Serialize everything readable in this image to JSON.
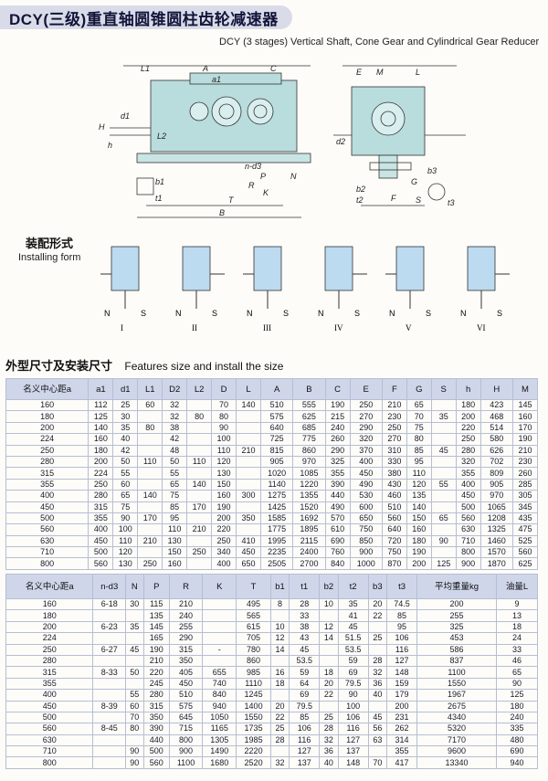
{
  "title": "DCY(三级)重直轴圆锥圆柱齿轮减速器",
  "subtitle": "DCY (3 stages) Vertical Shaft, Cone Gear and Cylindrical Gear Reducer",
  "drawing_labels_left": [
    "L1",
    "A",
    "a1",
    "C",
    "H",
    "h",
    "d1",
    "L2",
    "n-d3",
    "P",
    "R",
    "N",
    "K",
    "T",
    "B",
    "b1",
    "t1"
  ],
  "drawing_labels_right": [
    "E",
    "M",
    "L",
    "G",
    "F",
    "S",
    "b2",
    "t2",
    "b3",
    "t3",
    "d2"
  ],
  "installing": {
    "cn": "装配形式",
    "en": "Installing form",
    "labels": [
      "I",
      "II",
      "III",
      "IV",
      "V",
      "VI"
    ],
    "shaft_labels": [
      "N",
      "S"
    ]
  },
  "features": {
    "cn": "外型尺寸及安装尺寸",
    "en": "Features size and install the size"
  },
  "table1": {
    "headers": [
      "名义中心距a",
      "a1",
      "d1",
      "L1",
      "D2",
      "L2",
      "D",
      "L",
      "A",
      "B",
      "C",
      "E",
      "F",
      "G",
      "S",
      "h",
      "H",
      "M"
    ],
    "rows": [
      [
        "160",
        "112",
        "25",
        "60",
        "32",
        "",
        "70",
        "140",
        "510",
        "555",
        "190",
        "250",
        "210",
        "65",
        "",
        "180",
        "423",
        "145"
      ],
      [
        "180",
        "125",
        "30",
        "",
        "32",
        "80",
        "80",
        "",
        "575",
        "625",
        "215",
        "270",
        "230",
        "70",
        "35",
        "200",
        "468",
        "160"
      ],
      [
        "200",
        "140",
        "35",
        "80",
        "38",
        "",
        "90",
        "",
        "640",
        "685",
        "240",
        "290",
        "250",
        "75",
        "",
        "220",
        "514",
        "170"
      ],
      [
        "224",
        "160",
        "40",
        "",
        "42",
        "",
        "100",
        "",
        "725",
        "775",
        "260",
        "320",
        "270",
        "80",
        "",
        "250",
        "580",
        "190"
      ],
      [
        "250",
        "180",
        "42",
        "",
        "48",
        "",
        "110",
        "210",
        "815",
        "860",
        "290",
        "370",
        "310",
        "85",
        "45",
        "280",
        "626",
        "210"
      ],
      [
        "280",
        "200",
        "50",
        "110",
        "50",
        "110",
        "120",
        "",
        "905",
        "970",
        "325",
        "400",
        "330",
        "95",
        "",
        "320",
        "702",
        "230"
      ],
      [
        "315",
        "224",
        "55",
        "",
        "55",
        "",
        "130",
        "",
        "1020",
        "1085",
        "355",
        "450",
        "380",
        "110",
        "",
        "355",
        "809",
        "260"
      ],
      [
        "355",
        "250",
        "60",
        "",
        "65",
        "140",
        "150",
        "",
        "1140",
        "1220",
        "390",
        "490",
        "430",
        "120",
        "55",
        "400",
        "905",
        "285"
      ],
      [
        "400",
        "280",
        "65",
        "140",
        "75",
        "",
        "160",
        "300",
        "1275",
        "1355",
        "440",
        "530",
        "460",
        "135",
        "",
        "450",
        "970",
        "305"
      ],
      [
        "450",
        "315",
        "75",
        "",
        "85",
        "170",
        "190",
        "",
        "1425",
        "1520",
        "490",
        "600",
        "510",
        "140",
        "",
        "500",
        "1065",
        "345"
      ],
      [
        "500",
        "355",
        "90",
        "170",
        "95",
        "",
        "200",
        "350",
        "1585",
        "1692",
        "570",
        "650",
        "560",
        "150",
        "65",
        "560",
        "1208",
        "435"
      ],
      [
        "560",
        "400",
        "100",
        "",
        "110",
        "210",
        "220",
        "",
        "1775",
        "1895",
        "610",
        "750",
        "640",
        "160",
        "",
        "630",
        "1325",
        "475"
      ],
      [
        "630",
        "450",
        "110",
        "210",
        "130",
        "",
        "250",
        "410",
        "1995",
        "2115",
        "690",
        "850",
        "720",
        "180",
        "90",
        "710",
        "1460",
        "525"
      ],
      [
        "710",
        "500",
        "120",
        "",
        "150",
        "250",
        "340",
        "450",
        "2235",
        "2400",
        "760",
        "900",
        "750",
        "190",
        "",
        "800",
        "1570",
        "560"
      ],
      [
        "800",
        "560",
        "130",
        "250",
        "160",
        "",
        "400",
        "650",
        "2505",
        "2700",
        "840",
        "1000",
        "870",
        "200",
        "125",
        "900",
        "1870",
        "625"
      ]
    ]
  },
  "table2": {
    "headers": [
      "名义中心距a",
      "n-d3",
      "N",
      "P",
      "R",
      "K",
      "T",
      "b1",
      "t1",
      "b2",
      "t2",
      "b3",
      "t3",
      "平均重量kg",
      "油量L"
    ],
    "rows": [
      [
        "160",
        "6-18",
        "30",
        "115",
        "210",
        "",
        "495",
        "8",
        "28",
        "10",
        "35",
        "20",
        "74.5",
        "200",
        "9"
      ],
      [
        "180",
        "",
        "",
        "135",
        "240",
        "",
        "565",
        "",
        "33",
        "",
        "41",
        "22",
        "85",
        "255",
        "13"
      ],
      [
        "200",
        "6-23",
        "35",
        "145",
        "255",
        "",
        "615",
        "10",
        "38",
        "12",
        "45",
        "",
        "95",
        "325",
        "18"
      ],
      [
        "224",
        "",
        "",
        "165",
        "290",
        "",
        "705",
        "12",
        "43",
        "14",
        "51.5",
        "25",
        "106",
        "453",
        "24"
      ],
      [
        "250",
        "6-27",
        "45",
        "190",
        "315",
        "-",
        "780",
        "14",
        "45",
        "",
        "53.5",
        "",
        "116",
        "586",
        "33"
      ],
      [
        "280",
        "",
        "",
        "210",
        "350",
        "",
        "860",
        "",
        "53.5",
        "",
        "59",
        "28",
        "127",
        "837",
        "46"
      ],
      [
        "315",
        "8-33",
        "50",
        "220",
        "405",
        "655",
        "985",
        "16",
        "59",
        "18",
        "69",
        "32",
        "148",
        "1100",
        "65"
      ],
      [
        "355",
        "",
        "",
        "245",
        "450",
        "740",
        "1110",
        "18",
        "64",
        "20",
        "79.5",
        "36",
        "159",
        "1550",
        "90"
      ],
      [
        "400",
        "",
        "55",
        "280",
        "510",
        "840",
        "1245",
        "",
        "69",
        "22",
        "90",
        "40",
        "179",
        "1967",
        "125"
      ],
      [
        "450",
        "8-39",
        "60",
        "315",
        "575",
        "940",
        "1400",
        "20",
        "79.5",
        "",
        "100",
        "",
        "200",
        "2675",
        "180"
      ],
      [
        "500",
        "",
        "70",
        "350",
        "645",
        "1050",
        "1550",
        "22",
        "85",
        "25",
        "106",
        "45",
        "231",
        "4340",
        "240"
      ],
      [
        "560",
        "8-45",
        "80",
        "390",
        "715",
        "1165",
        "1735",
        "25",
        "106",
        "28",
        "116",
        "56",
        "262",
        "5320",
        "335"
      ],
      [
        "630",
        "",
        "",
        "440",
        "800",
        "1305",
        "1985",
        "28",
        "116",
        "32",
        "127",
        "63",
        "314",
        "7170",
        "480"
      ],
      [
        "710",
        "",
        "90",
        "500",
        "900",
        "1490",
        "2220",
        "",
        "127",
        "36",
        "137",
        "",
        "355",
        "9600",
        "690"
      ],
      [
        "800",
        "",
        "90",
        "560",
        "1100",
        "1680",
        "2520",
        "32",
        "137",
        "40",
        "148",
        "70",
        "417",
        "13340",
        "940"
      ]
    ]
  }
}
